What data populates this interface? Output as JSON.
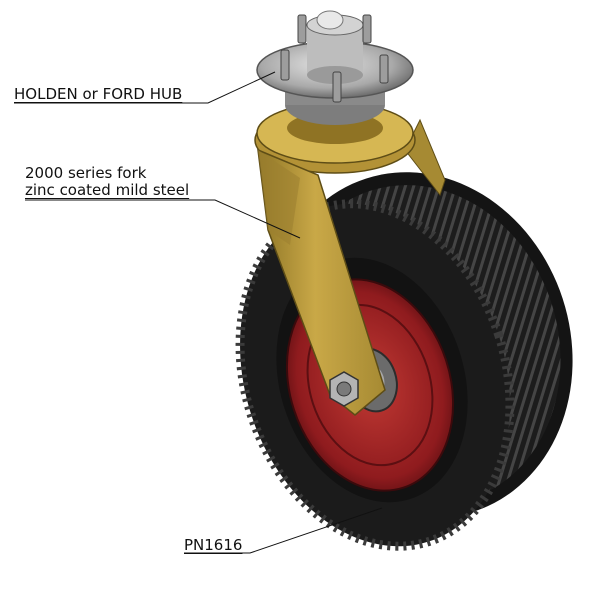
{
  "labels": {
    "hub": "HOLDEN or FORD HUB",
    "fork_line1": "2000 series fork",
    "fork_line2": "zinc coated mild steel",
    "part_number": "PN1616"
  },
  "colors": {
    "fork": "#c6a545",
    "fork_shadow": "#8e7526",
    "tyre": "#1b1b1b",
    "tread": "#3a3a3a",
    "rim": "#9a1f22",
    "hub_steel": "#b8b8b8",
    "leader": "#111111"
  }
}
